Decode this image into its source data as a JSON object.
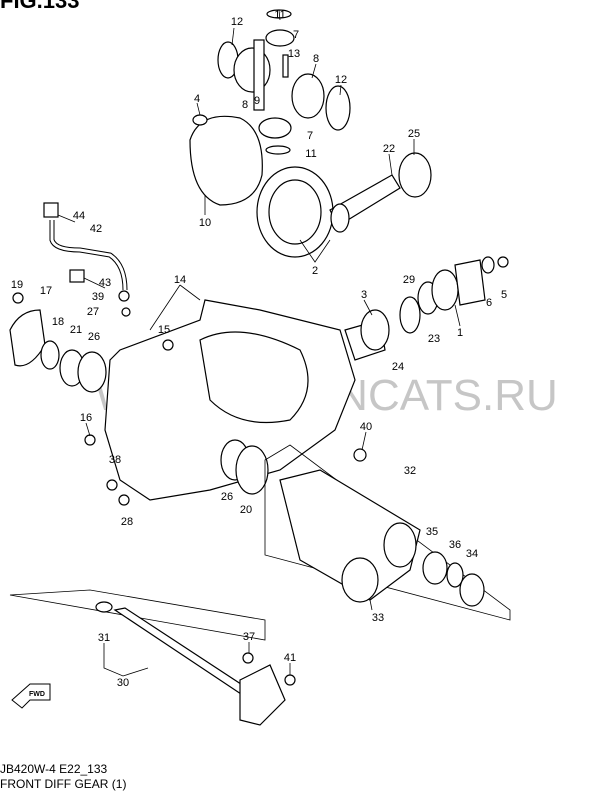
{
  "figure": {
    "number": "FIG.133",
    "code": "JB420W-4 E22_133",
    "name": "FRONT DIFF GEAR (1)",
    "watermark": "WWW.JAPANCATS.RU",
    "fwd_label": "FWD"
  },
  "callouts": [
    "11",
    "12",
    "7",
    "13",
    "8",
    "8",
    "9",
    "12",
    "4",
    "7",
    "11",
    "10",
    "25",
    "22",
    "2",
    "44",
    "42",
    "43",
    "39",
    "27",
    "19",
    "17",
    "18",
    "21",
    "26",
    "14",
    "15",
    "3",
    "29",
    "23",
    "24",
    "1",
    "6",
    "5",
    "16",
    "40",
    "38",
    "28",
    "26",
    "20",
    "32",
    "35",
    "36",
    "34",
    "33",
    "31",
    "37",
    "30",
    "41"
  ]
}
